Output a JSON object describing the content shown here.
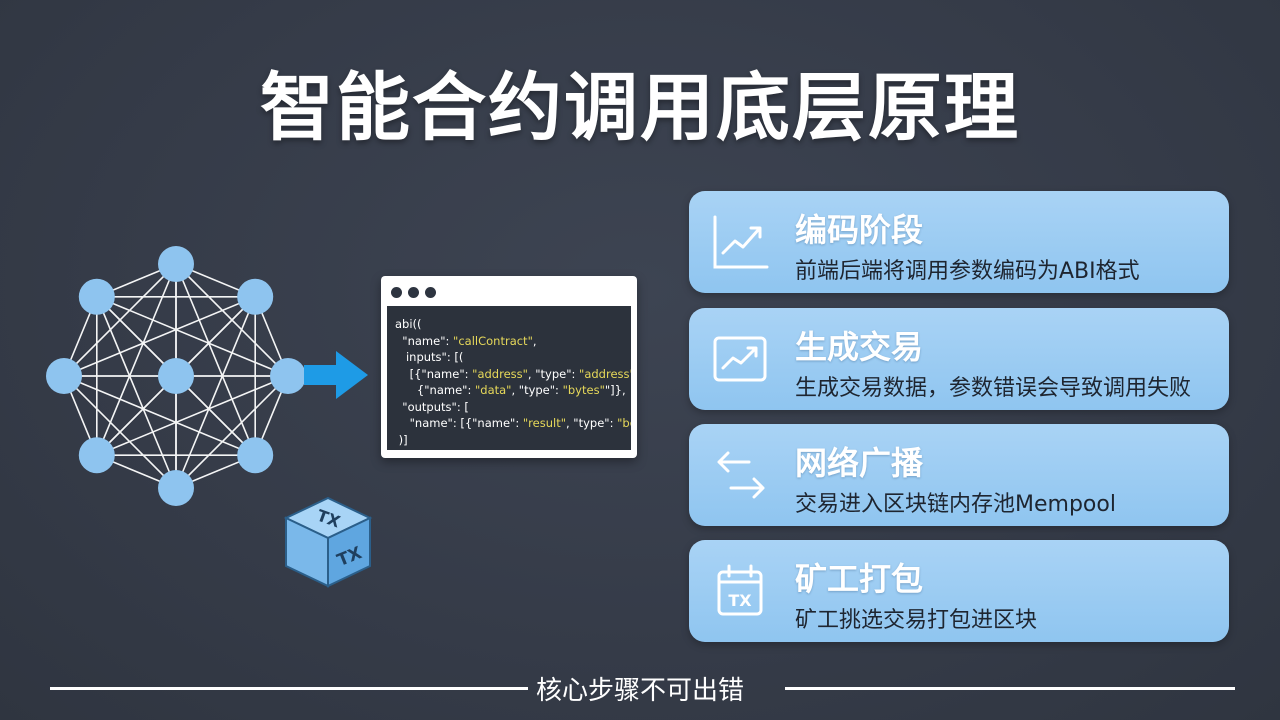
{
  "title": "智能合约调用底层原理",
  "code": {
    "lines": [
      [
        {
          "t": "abi(("
        }
      ],
      [
        {
          "t": "  \"name\": "
        },
        {
          "t": "\"callContract\"",
          "s": true
        },
        {
          "t": ","
        }
      ],
      [
        {
          "t": "   inputs\": [("
        }
      ],
      [
        {
          "t": "    [{\"name\": "
        },
        {
          "t": "\"address\"",
          "s": true
        },
        {
          "t": ", \"type\": "
        },
        {
          "t": "\"address\"",
          "s": true
        },
        {
          "t": ","
        }
      ],
      [
        {
          "t": "      {\"name\": "
        },
        {
          "t": "\"data\"",
          "s": true
        },
        {
          "t": ", \"type\": "
        },
        {
          "t": "\"bytes\"",
          "s": true
        },
        {
          "t": "\"]},"
        }
      ],
      [
        {
          "t": "  \"outputs\": ["
        }
      ],
      [
        {
          "t": "    \"name\": [{\"name\": "
        },
        {
          "t": "\"result\"",
          "s": true
        },
        {
          "t": ", \"type\": "
        },
        {
          "t": "\"bool\"",
          "s": true
        }
      ],
      [
        {
          "t": " )]"
        }
      ]
    ]
  },
  "tx_cube": {
    "top": "TX",
    "front": "TX"
  },
  "steps": [
    {
      "title": "编码阶段",
      "desc": "前端后端将调用参数编码为ABI格式",
      "icon": "chart-up-icon"
    },
    {
      "title": "生成交易",
      "desc": "生成交易数据，参数错误会导致调用失败",
      "icon": "chart-box-icon"
    },
    {
      "title": "网络广播",
      "desc": "交易进入区块链内存池Mempool",
      "icon": "exchange-arrows-icon"
    },
    {
      "title": "矿工打包",
      "desc": "矿工挑选交易打包进区块",
      "icon": "calendar-tx-icon",
      "icon_text": "TX"
    }
  ],
  "footer": "核心步骤不可出错",
  "colors": {
    "card": "#9fcdf3",
    "node": "#8ec4ef",
    "arrow": "#1e9be6"
  }
}
